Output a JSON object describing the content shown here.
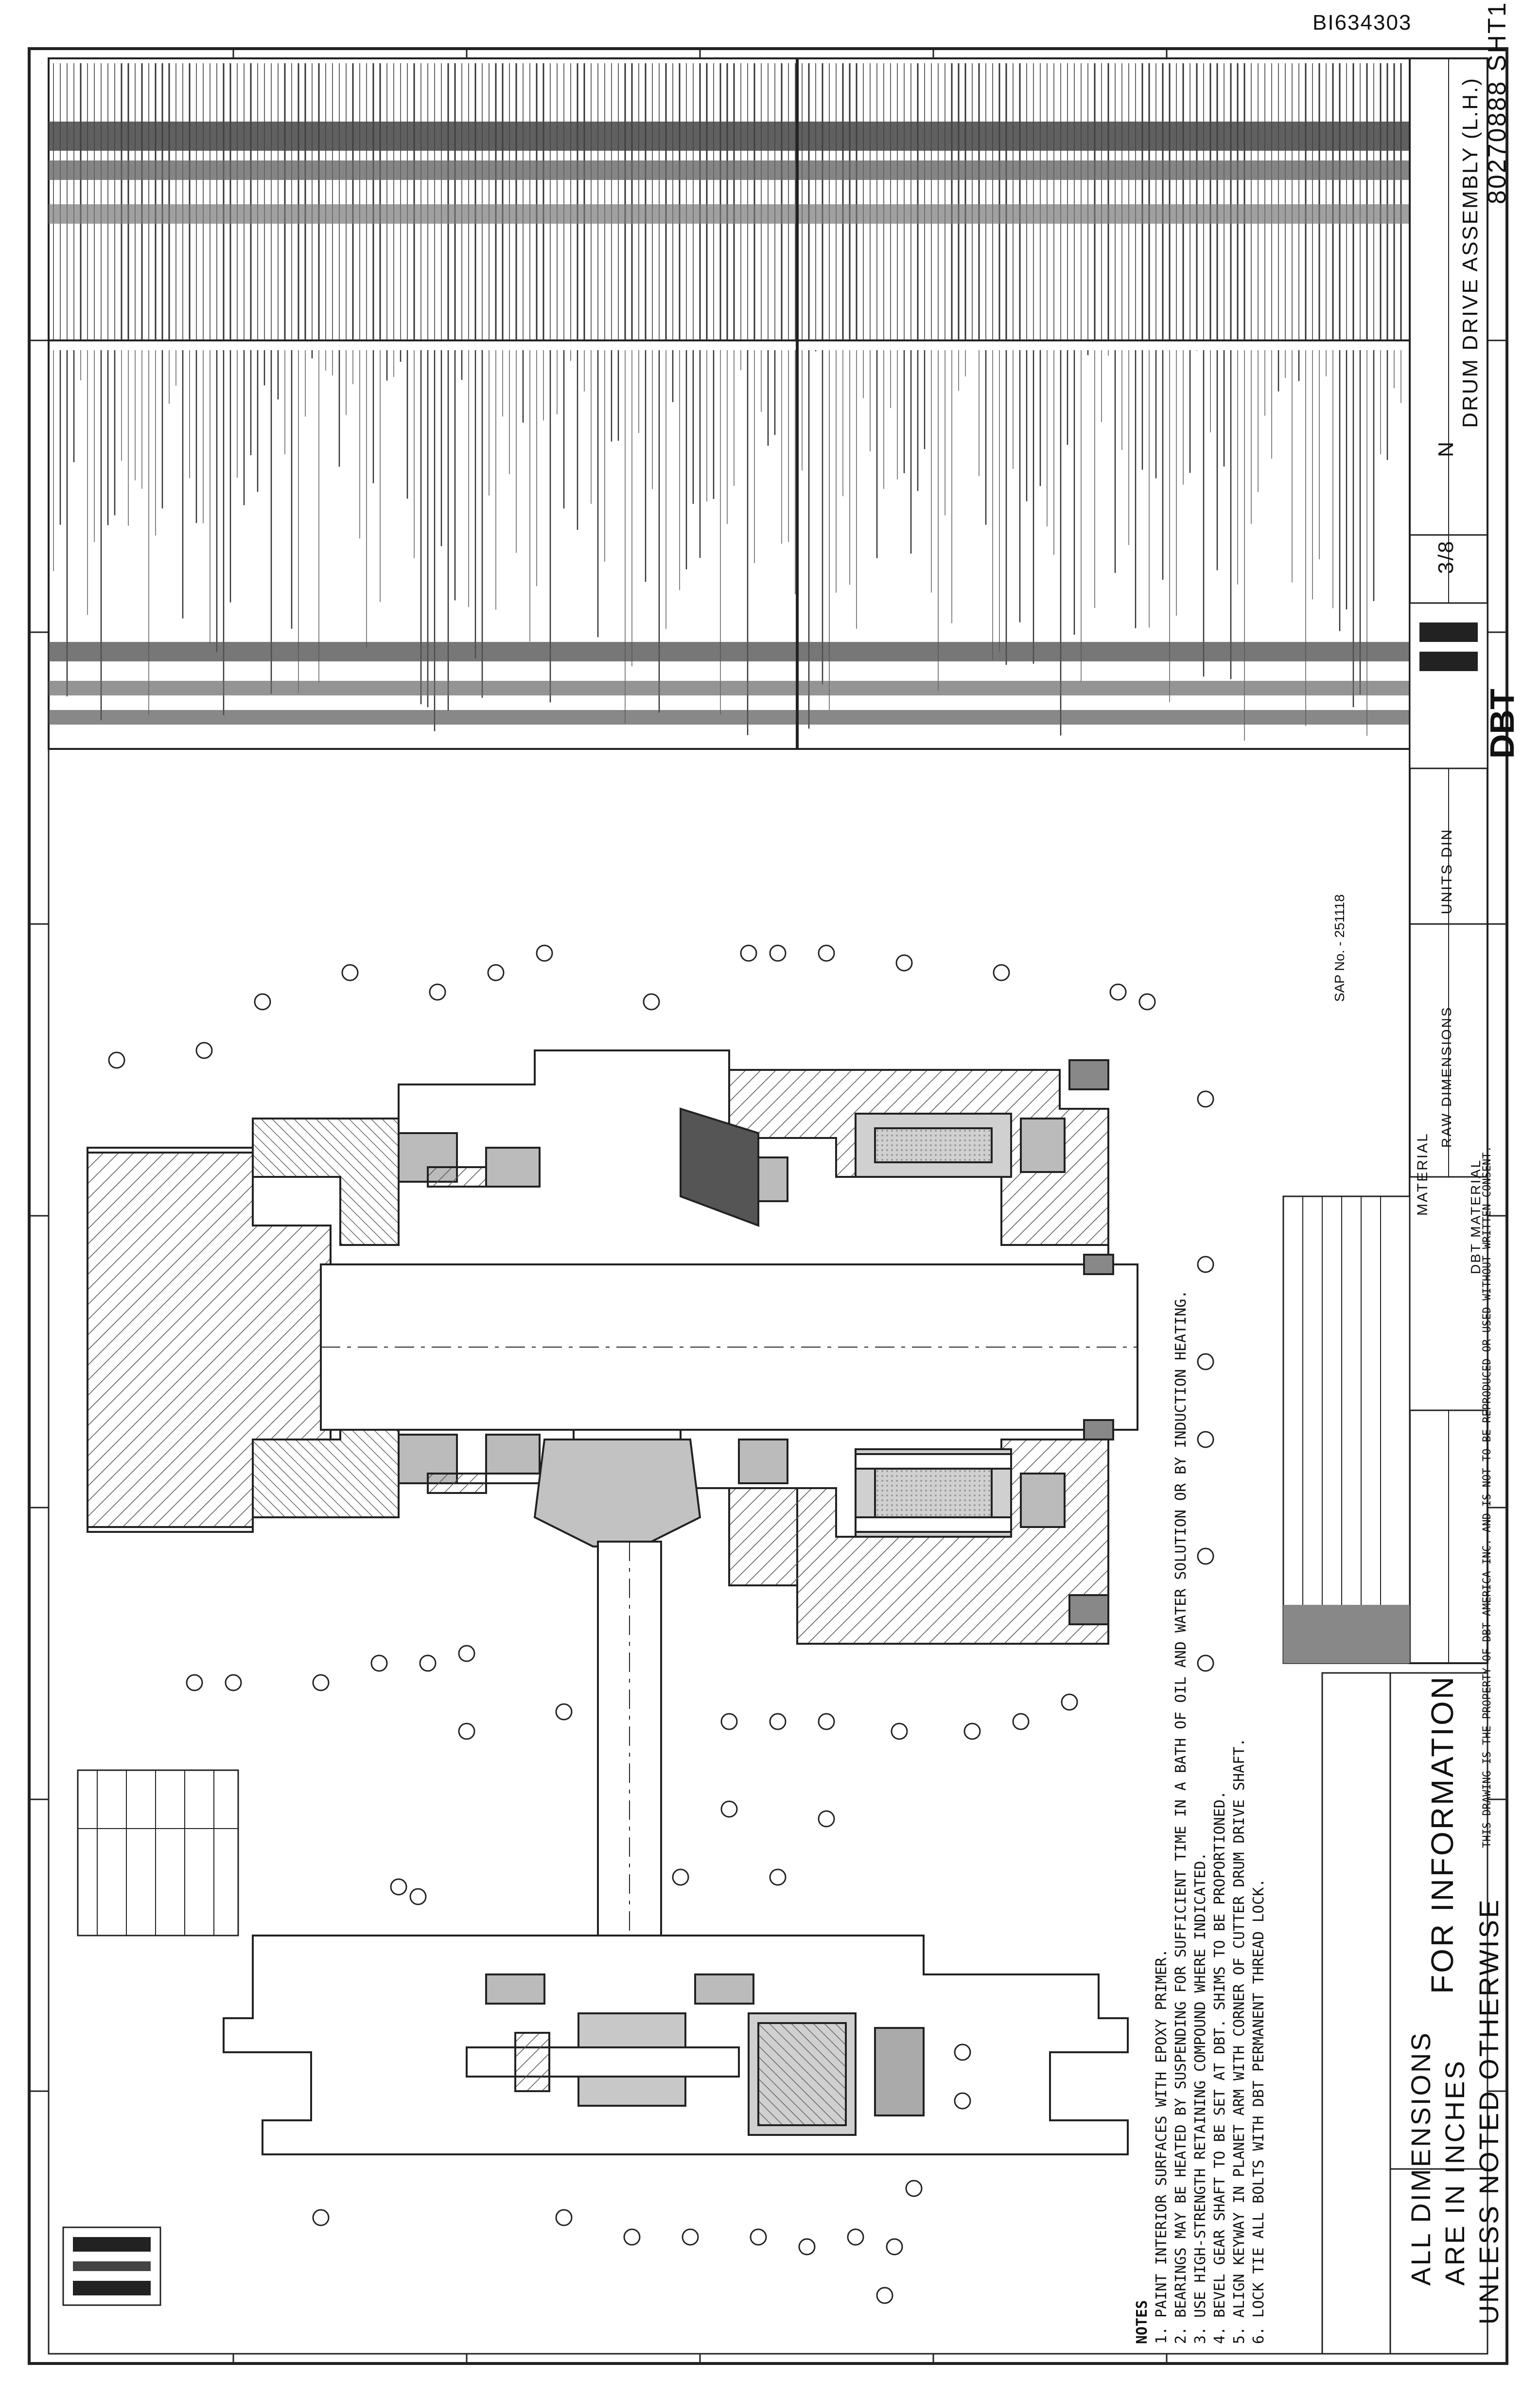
{
  "document": {
    "number": "BI634303"
  },
  "title_block": {
    "title": "DRUM DRIVE ASSEMBLY (L.H.)",
    "drawing_number": "80270888 SHT1",
    "company_logo": "DBT",
    "rev": "N",
    "scale": "3/8",
    "units": "UNITS DIN",
    "material_label": "MATERIAL",
    "raw_dimensions": "RAW DIMENSIONS",
    "dbt_material": "DBT MATERIAL"
  },
  "info_stamp": "FOR INFORMATION",
  "dimensions_note": {
    "line1": "ALL DIMENSIONS",
    "line2": "ARE IN INCHES",
    "line3": "UNLESS NOTED OTHERWISE"
  },
  "notes": {
    "heading": "NOTES",
    "items": [
      "1. PAINT INTERIOR SURFACES WITH EPOXY PRIMER.",
      "2. BEARINGS MAY BE HEATED BY SUSPENDING FOR SUFFICIENT TIME IN A BATH OF OIL AND WATER SOLUTION OR BY INDUCTION HEATING.",
      "3. USE HIGH-STRENGTH RETAINING COMPOUND WHERE INDICATED.",
      "4. BEVEL GEAR SHAFT TO BE SET AT DBT. SHIMS TO BE PROPORTIONED.",
      "5. ALIGN KEYWAY IN PLANET ARM WITH CORNER OF CUTTER DRUM DRIVE SHAFT.",
      "6. LOCK TIE ALL BOLTS WITH DBT PERMANENT THREAD LOCK."
    ]
  },
  "proprietary_notice": "THIS DRAWING IS THE PROPERTY OF DBT AMERICA INC. AND IS NOT TO BE REPRODUCED OR USED WITHOUT WRITTEN CONSENT.",
  "sap_note": "SAP No. - 251118",
  "colors": {
    "line": "#222222",
    "hatch": "#555555",
    "fill_gray": "#b9b9b9",
    "paper": "#ffffff"
  }
}
